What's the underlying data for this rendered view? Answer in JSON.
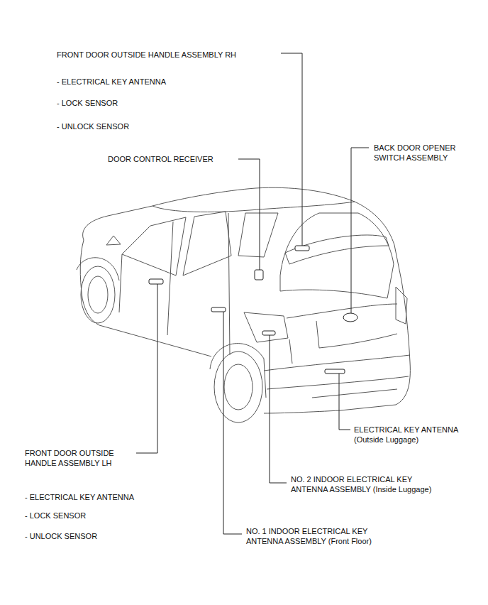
{
  "diagram": {
    "labels": [
      "FRONT DOOR OUTSIDE HANDLE ASSEMBLY RH",
      "- ELECTRICAL KEY ANTENNA",
      "- LOCK SENSOR",
      "- UNLOCK SENSOR",
      "DOOR CONTROL RECEIVER",
      "BACK DOOR OPENER SWITCH ASSEMBLY",
      "ELECTRICAL KEY ANTENNA (Outside Luggage)",
      "FRONT DOOR OUTSIDE HANDLE ASSEMBLY LH",
      "- ELECTRICAL KEY ANTENNA",
      "- LOCK SENSOR",
      "- UNLOCK SENSOR",
      "NO. 2 INDOOR ELECTRICAL KEY ANTENNA ASSEMBLY (Inside Luggage)",
      "NO. 1 INDOOR ELECTRICAL KEY ANTENNA ASSEMBLY (Front Floor)"
    ]
  }
}
